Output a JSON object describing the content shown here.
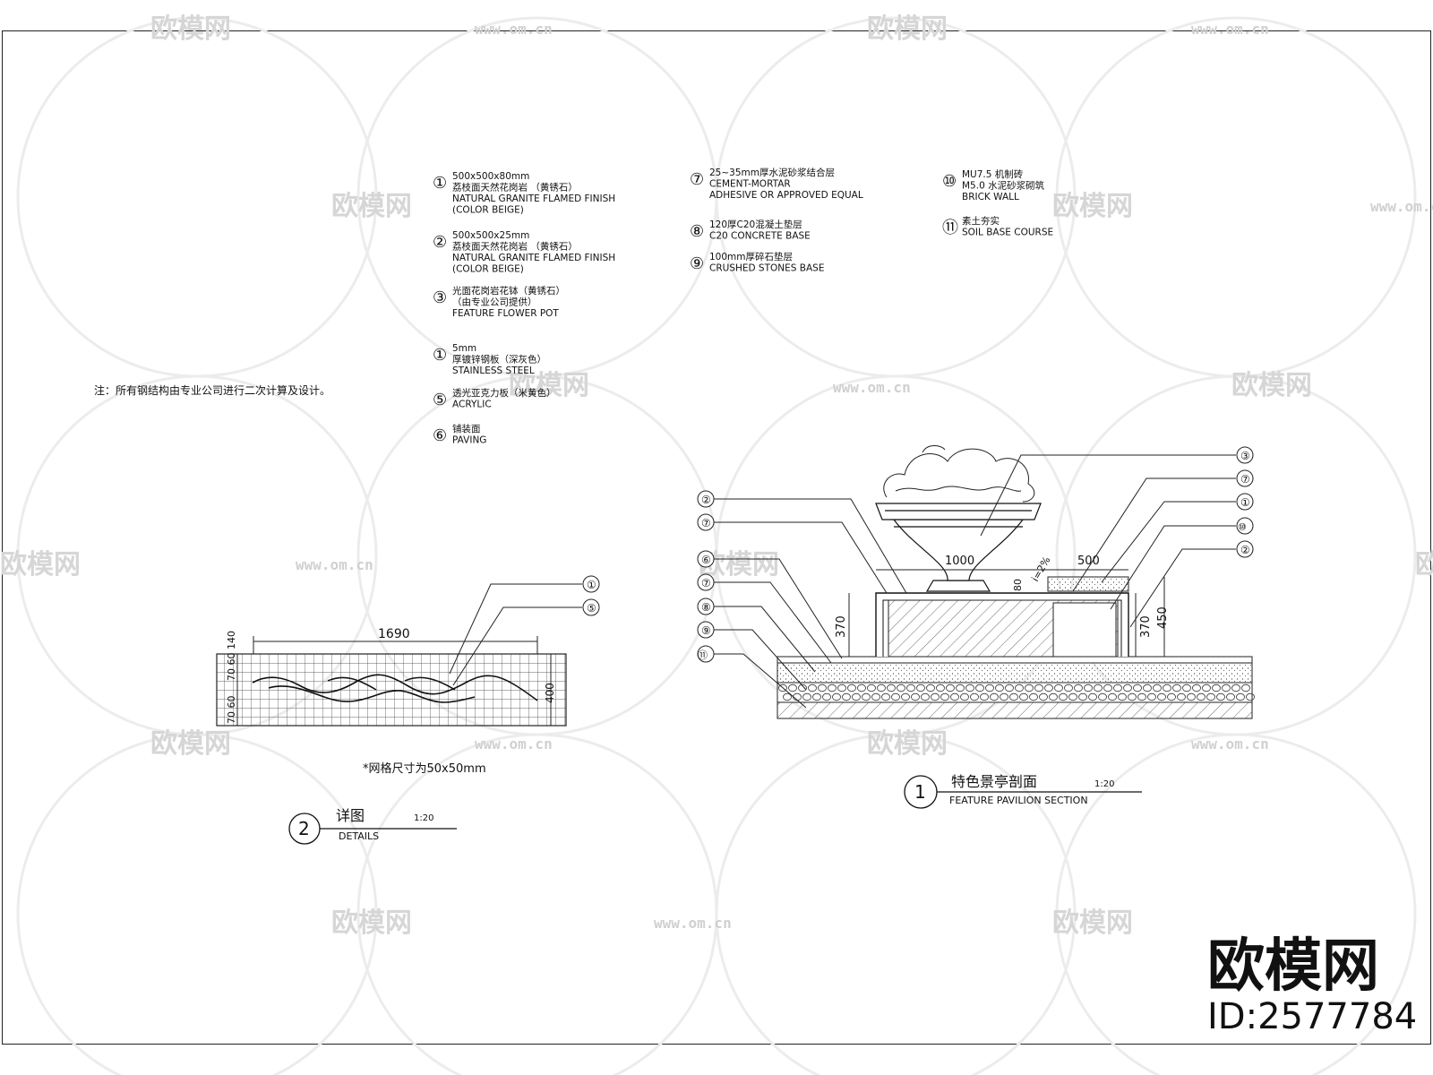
{
  "legend": [
    {
      "num": "①",
      "lines": [
        "500x500x80mm",
        "荔枝面天然花岗岩 （黄锈石）",
        "NATURAL GRANITE FLAMED FINISH",
        "(COLOR BEIGE)"
      ]
    },
    {
      "num": "②",
      "lines": [
        "500x500x25mm",
        "荔枝面天然花岗岩 （黄锈石）",
        "NATURAL GRANITE FLAMED FINISH",
        "(COLOR BEIGE)"
      ]
    },
    {
      "num": "③",
      "lines": [
        "光面花岗岩花钵（黄锈石）",
        "（由专业公司提供）",
        "FEATURE FLOWER POT"
      ]
    },
    {
      "num": "①",
      "lines": [
        "5mm",
        "厚镀锌钢板（深灰色）",
        "STAINLESS STEEL"
      ]
    },
    {
      "num": "⑤",
      "lines": [
        "透光亚克力板（米黄色）",
        "ACRYLIC"
      ]
    },
    {
      "num": "⑥",
      "lines": [
        "铺装面",
        "PAVING"
      ]
    },
    {
      "num": "⑦",
      "lines": [
        "25~35mm厚水泥砂浆结合层",
        "CEMENT-MORTAR",
        "ADHESIVE OR APPROVED EQUAL"
      ]
    },
    {
      "num": "⑧",
      "lines": [
        "120厚C20混凝土垫层",
        "C20 CONCRETE BASE"
      ]
    },
    {
      "num": "⑨",
      "lines": [
        "100mm厚碎石垫层",
        "CRUSHED STONES BASE"
      ]
    },
    {
      "num": "⑩",
      "lines": [
        "MU7.5 机制砖",
        "M5.0  水泥砂浆砌筑",
        "BRICK WALL"
      ]
    },
    {
      "num": "⑪",
      "lines": [
        "素土夯实",
        "SOIL BASE COURSE"
      ]
    }
  ],
  "note": "注：所有钢结构由专业公司进行二次计算及设计。",
  "detail2": {
    "number": "2",
    "title_cn": "详图",
    "title_en": "DETAILS",
    "scale": "1:20",
    "grid_note": "*网格尺寸为50x50mm",
    "dim_width": "1690",
    "dim_height": "400",
    "dim_left_a": "70 60 140",
    "dim_left_b": "70 60",
    "callouts": [
      "①",
      "⑤"
    ]
  },
  "detail1": {
    "number": "1",
    "title_cn": "特色景亭剖面",
    "title_en": "FEATURE PAVILION SECTION",
    "scale": "1:20",
    "dims": {
      "planter_width": "1000",
      "cap_width": "500",
      "height_left": "370",
      "height_right": "370",
      "total_height": "450",
      "cap_thickness": "80",
      "slope": "i=2%"
    },
    "left_callouts": [
      "②",
      "⑦",
      "⑥",
      "⑦",
      "⑧",
      "⑨",
      "⑪"
    ],
    "right_callouts": [
      "③",
      "⑦",
      "①",
      "⑩",
      "②"
    ]
  },
  "watermark": {
    "logo_text": "欧模网",
    "url_text": "www.om.cn",
    "brand": "欧模网",
    "id": "ID:2577784"
  }
}
